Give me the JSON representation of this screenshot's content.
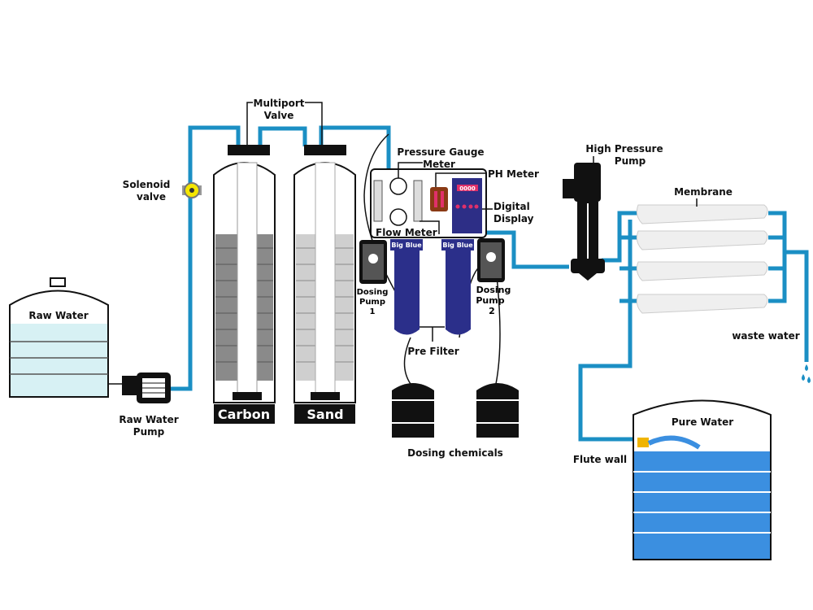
{
  "labels": {
    "raw_water": "Raw Water",
    "raw_water_pump_1": "Raw Water",
    "raw_water_pump_2": "Pump",
    "solenoid_1": "Solenoid",
    "solenoid_2": "valve",
    "multiport_1": "Multiport",
    "multiport_2": "Valve",
    "carbon": "Carbon",
    "sand": "Sand",
    "pressure_gauge_1": "Pressure Gauge",
    "pressure_gauge_2": "Meter",
    "ph_meter": "PH Meter",
    "digital_display_1": "Digital",
    "digital_display_2": "Display",
    "display_value": "0000",
    "flow_meter": "Flow Meter",
    "big_blue_1": "Big Blue",
    "big_blue_2": "Big Blue",
    "dosing_pump_1a": "Dosing",
    "dosing_pump_1b": "Pump",
    "dosing_pump_1c": "1",
    "dosing_pump_2a": "Dosing",
    "dosing_pump_2b": "Pump",
    "dosing_pump_2c": "2",
    "pre_filter": "Pre Filter",
    "dosing_chemicals": "Dosing chemicals",
    "high_pressure_1": "High Pressure",
    "high_pressure_2": "Pump",
    "membrane": "Membrane",
    "waste_water": "waste water",
    "pure_water": "Pure Water",
    "flute_wall": "Flute wall"
  },
  "colors": {
    "pipe": "#1b8fc4",
    "raw_water": "#d7f1f4",
    "pure_water": "#3b8fe0",
    "filter_blue": "#2b2f8a",
    "display": "#2d2e86",
    "led": "#e0306a"
  }
}
